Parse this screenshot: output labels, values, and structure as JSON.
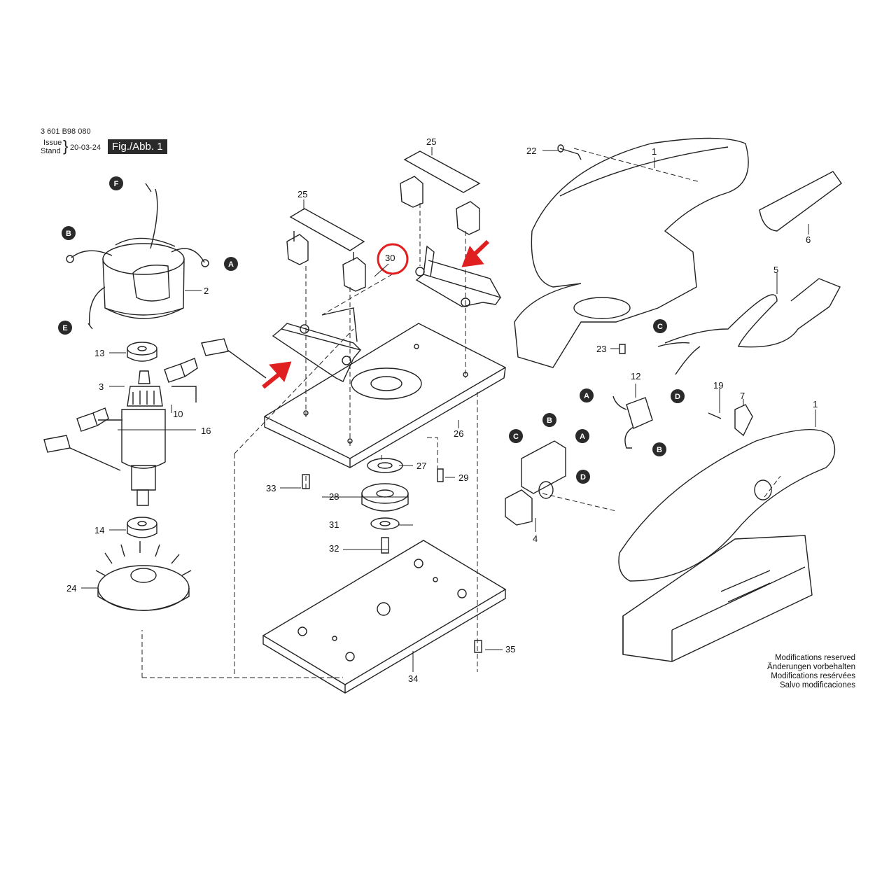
{
  "header": {
    "part_number": "3 601 B98 080",
    "issue_label": "Issue",
    "stand_label": "Stand",
    "date": "20-03-24",
    "figure_label": "Fig./Abb. 1"
  },
  "notes": [
    "Modifications reserved",
    "Änderungen vorbehalten",
    "Modifications resérvées",
    "Salvo modificaciones"
  ],
  "highlight": {
    "circled_part": "30",
    "color": "#e02020"
  },
  "parts": {
    "p1": "1",
    "p2": "2",
    "p3": "3",
    "p4": "4",
    "p5": "5",
    "p6": "6",
    "p7": "7",
    "p10": "10",
    "p12": "12",
    "p13": "13",
    "p14": "14",
    "p16": "16",
    "p19": "19",
    "p22": "22",
    "p23": "23",
    "p24": "24",
    "p25": "25",
    "p26": "26",
    "p27": "27",
    "p28": "28",
    "p29": "29",
    "p30": "30",
    "p31": "31",
    "p32": "32",
    "p33": "33",
    "p34": "34",
    "p35": "35"
  },
  "connectors": {
    "A": "A",
    "B": "B",
    "C": "C",
    "D": "D",
    "E": "E",
    "F": "F"
  }
}
